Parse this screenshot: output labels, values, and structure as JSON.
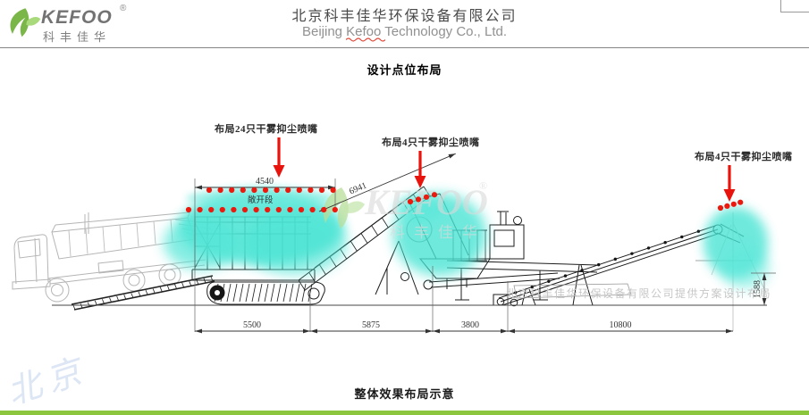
{
  "header": {
    "logo_brand": "KEFOO",
    "logo_reg": "®",
    "logo_cn": "科丰佳华",
    "company_cn": "北京科丰佳华环保设备有限公司",
    "company_en_pre": "Beijing ",
    "company_en_mid": "Kefoo",
    "company_en_post": " Technology Co., Ltd."
  },
  "sections": {
    "top_title": "设计点位布局",
    "bottom_caption": "整体效果布局示意"
  },
  "annotations": {
    "nozzles_24": "布局24只干雾抑尘喷嘴",
    "nozzles_4_mid": "布局4只干雾抑尘喷嘴",
    "nozzles_4_right": "布局4只干雾抑尘喷嘴",
    "open_section": "敞开段"
  },
  "dimensions": {
    "hopper_top": "4540",
    "incline": "6941",
    "seg1": "5500",
    "seg2": "5875",
    "seg3": "3800",
    "seg4": "10800",
    "drop_height": "1588"
  },
  "watermarks": {
    "provider": "北京科丰佳华环保设备有限公司提供方案设计布局",
    "brand": "KEFOO",
    "brand_reg": "®",
    "brand_cn": "科丰佳华",
    "corner_stamp": "北京"
  },
  "colors": {
    "brand_green": "#8CC63F",
    "mist_cyan": "#45E6D6",
    "alert_red": "#E8130C"
  }
}
